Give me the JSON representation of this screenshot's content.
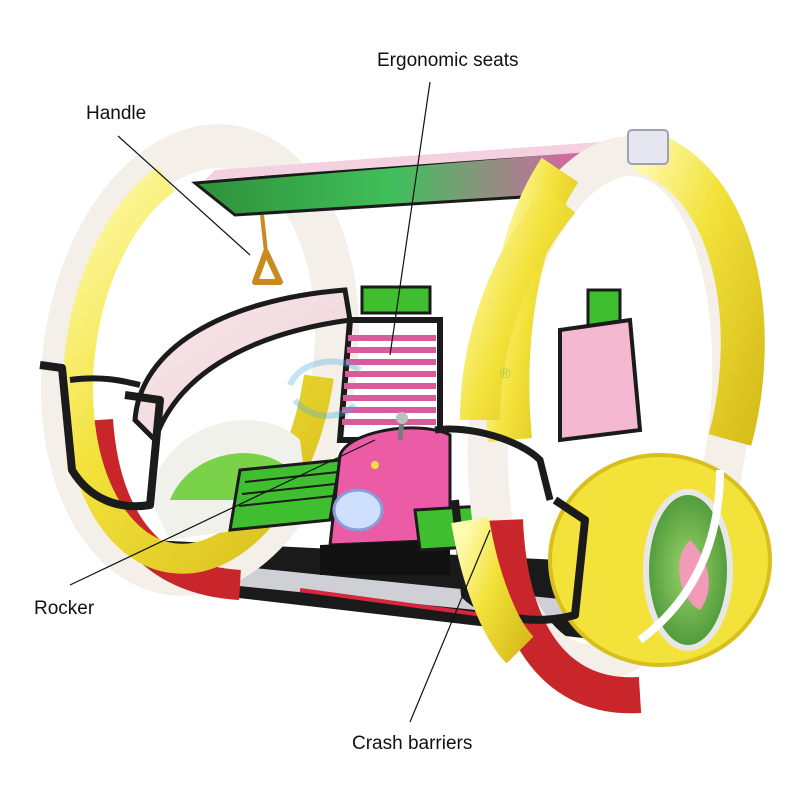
{
  "labels": {
    "handle": "Handle",
    "seats": "Ergonomic seats",
    "rocker": "Rocker",
    "barriers": "Crash barriers"
  },
  "watermark": "®",
  "colors": {
    "ring_yellow": "#f2e23a",
    "ring_red": "#c8262a",
    "ring_white": "#f4efe8",
    "seat_pink": "#d85c9c",
    "seat_green": "#3fbf2f",
    "console_pink": "#ec5ca6",
    "frame_black": "#1b1b1b",
    "canopy_green": "#3aa84a"
  }
}
